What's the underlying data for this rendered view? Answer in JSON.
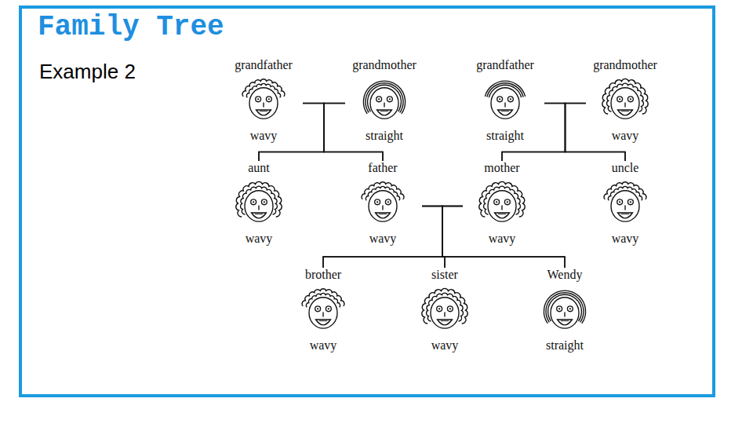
{
  "diagram": {
    "title": "Family Tree",
    "nodes": [
      {
        "text": [
          "grandfather",
          "wavy"
        ]
      },
      {
        "text": [
          "grandmother",
          "straight"
        ]
      },
      {
        "text": [
          "grandfather",
          "straight"
        ]
      },
      {
        "text": [
          "grandmother",
          "wavy"
        ]
      },
      {
        "text": [
          "aunt",
          "wavy"
        ]
      },
      {
        "text": [
          "father",
          "wavy"
        ]
      },
      {
        "text": [
          "mother",
          "wavy"
        ]
      },
      {
        "text": [
          "uncle",
          "wavy"
        ]
      },
      {
        "text": [
          "brother",
          "wavy"
        ]
      },
      {
        "text": [
          "sister",
          "wavy"
        ]
      },
      {
        "text": [
          "Wendy",
          "straight"
        ]
      }
    ],
    "edges": [
      {
        "from": 0,
        "to": 4,
        "arrow": "none"
      },
      {
        "from": 0,
        "to": 5,
        "arrow": "none"
      },
      {
        "from": 1,
        "to": 4,
        "arrow": "none"
      },
      {
        "from": 1,
        "to": 5,
        "arrow": "none"
      },
      {
        "from": 2,
        "to": 6,
        "arrow": "none"
      },
      {
        "from": 2,
        "to": 7,
        "arrow": "none"
      },
      {
        "from": 3,
        "to": 6,
        "arrow": "none"
      },
      {
        "from": 3,
        "to": 7,
        "arrow": "none"
      },
      {
        "from": 5,
        "to": 8,
        "arrow": "none"
      },
      {
        "from": 5,
        "to": 9,
        "arrow": "none"
      },
      {
        "from": 5,
        "to": 10,
        "arrow": "none"
      },
      {
        "from": 6,
        "to": 8,
        "arrow": "none"
      },
      {
        "from": 6,
        "to": 9,
        "arrow": "none"
      },
      {
        "from": 6,
        "to": 10,
        "arrow": "none"
      }
    ],
    "labels": [
      "Example 2"
    ]
  }
}
